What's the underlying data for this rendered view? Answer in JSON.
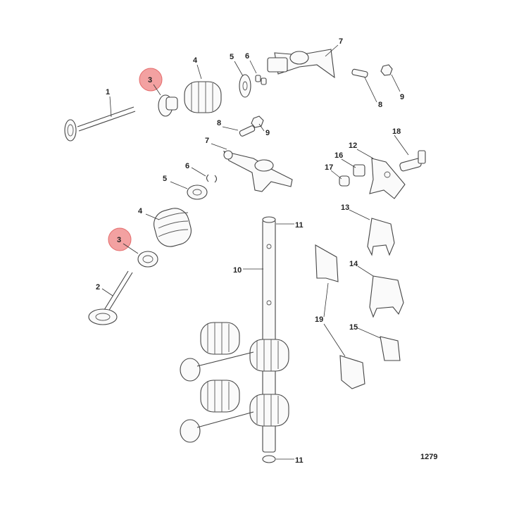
{
  "diagram": {
    "figure_number": "1279",
    "callouts": {
      "c1": "1",
      "c2": "2",
      "c3a": "3",
      "c3b": "3",
      "c4a": "4",
      "c4b": "4",
      "c5a": "5",
      "c5b": "5",
      "c6a": "6",
      "c6b": "6",
      "c7a": "7",
      "c7b": "7",
      "c8a": "8",
      "c8b": "8",
      "c9a": "9",
      "c9b": "9",
      "c10": "10",
      "c11a": "11",
      "c11b": "11",
      "c12": "12",
      "c13": "13",
      "c14": "14",
      "c15": "15",
      "c16": "16",
      "c17": "17",
      "c18": "18",
      "c19": "19"
    },
    "highlight_color": "#f08a8a"
  }
}
